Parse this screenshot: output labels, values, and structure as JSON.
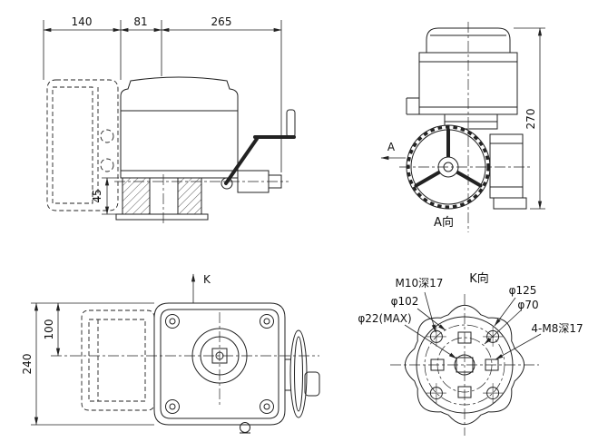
{
  "side": {
    "d140": "140",
    "d81": "81",
    "d265": "265",
    "d45": "45"
  },
  "front": {
    "d270": "270",
    "arrow": "A",
    "caption": "A向"
  },
  "top": {
    "arrow": "K",
    "d100": "100",
    "d240": "240"
  },
  "flange": {
    "caption": "K向",
    "m10": "M10深17",
    "d125": "φ125",
    "d102": "φ102",
    "d70": "φ70",
    "d22": "φ22(MAX)",
    "m8": "4-M8深17"
  }
}
